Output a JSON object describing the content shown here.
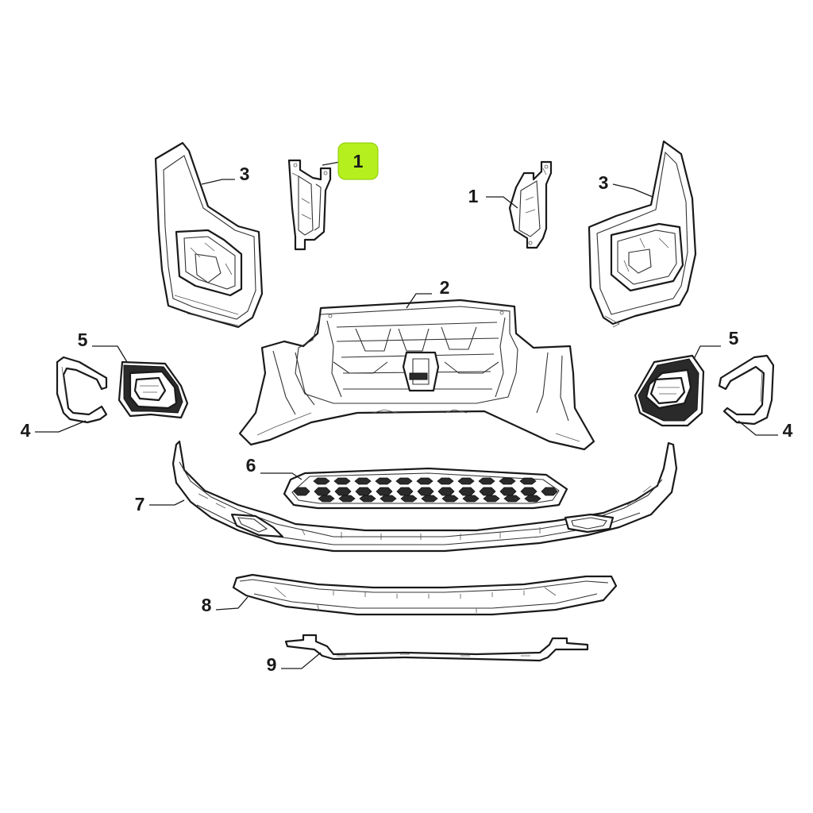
{
  "diagram": {
    "highlight_color": "#b5f01e",
    "callouts": [
      {
        "id": "c1-left-highlighted",
        "text": "1",
        "highlighted": true
      },
      {
        "id": "c1-right",
        "text": "1",
        "highlighted": false
      },
      {
        "id": "c2",
        "text": "2",
        "highlighted": false
      },
      {
        "id": "c3-left",
        "text": "3",
        "highlighted": false
      },
      {
        "id": "c3-right",
        "text": "3",
        "highlighted": false
      },
      {
        "id": "c4-left",
        "text": "4",
        "highlighted": false
      },
      {
        "id": "c4-right",
        "text": "4",
        "highlighted": false
      },
      {
        "id": "c5-left",
        "text": "5",
        "highlighted": false
      },
      {
        "id": "c5-right",
        "text": "5",
        "highlighted": false
      },
      {
        "id": "c6",
        "text": "6",
        "highlighted": false
      },
      {
        "id": "c7",
        "text": "7",
        "highlighted": false
      },
      {
        "id": "c8",
        "text": "8",
        "highlighted": false
      },
      {
        "id": "c9",
        "text": "9",
        "highlighted": false
      }
    ]
  }
}
